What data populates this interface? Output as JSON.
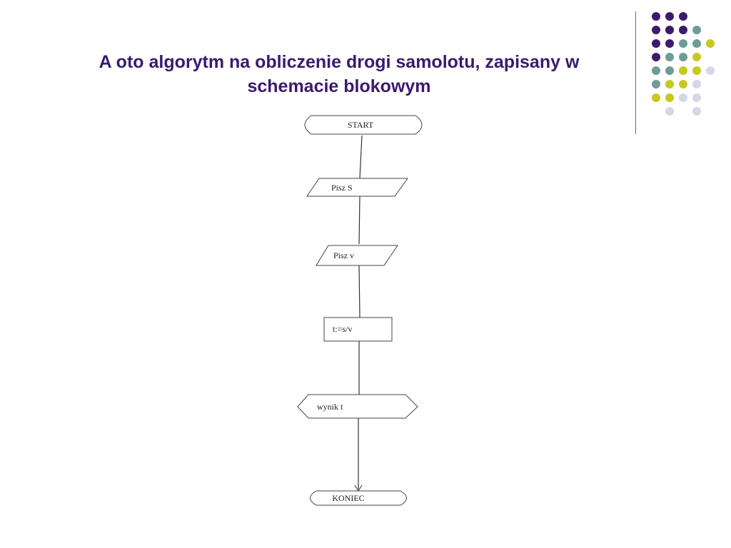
{
  "slide": {
    "title_line1": "A oto algorytm na obliczenie drogi samolotu, zapisany w",
    "title_line2": "schemacie blokowym"
  },
  "decor": {
    "colors": {
      "purple": "#3d1a6b",
      "teal": "#6e9c98",
      "yellow": "#c7c820",
      "lavender": "#d6d6e6",
      "title": "#3a1a6e"
    }
  },
  "flowchart": {
    "start": "START",
    "input_s": "Pisz S",
    "input_v": "Pisz v",
    "process": "t:=s/v",
    "output": "wynik t",
    "end": "KONIEC"
  }
}
